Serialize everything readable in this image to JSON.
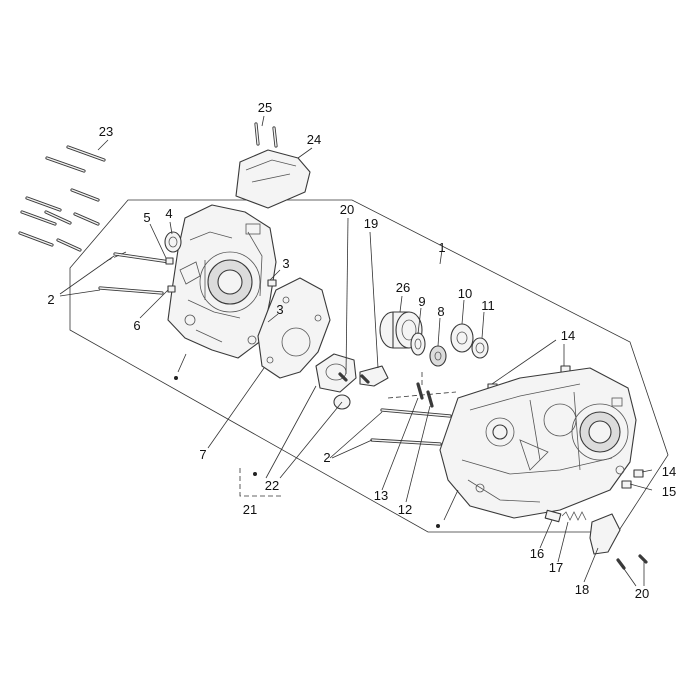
{
  "callouts": {
    "c23": "23",
    "c25": "25",
    "c24": "24",
    "c4": "4",
    "c5": "5",
    "c2a": "2",
    "c2b": "2",
    "c3a": "3",
    "c3b": "3",
    "c6": "6",
    "c7": "7",
    "c20a": "20",
    "c19": "19",
    "c1": "1",
    "c26": "26",
    "c9": "9",
    "c8": "8",
    "c10": "10",
    "c11": "11",
    "c14a": "14",
    "c14b": "14",
    "c15": "15",
    "c22": "22",
    "c21": "21",
    "c13": "13",
    "c12": "12",
    "c16": "16",
    "c17": "17",
    "c18": "18",
    "c20b": "20"
  },
  "colors": {
    "line": "#3a3a3a",
    "fill": "#f4f4f4",
    "text": "#111111"
  }
}
